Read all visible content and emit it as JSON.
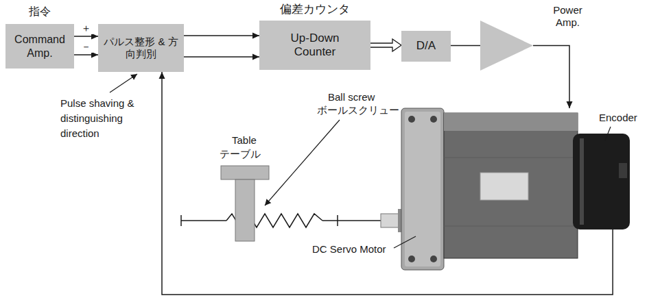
{
  "diagram": {
    "nodes": [
      {
        "text": [
          "指令",
          "Command Amp."
        ]
      },
      {
        "text": [
          "パルス整形 & 方向判別"
        ]
      },
      {
        "text": [
          "偏差カウンタ",
          "Up-Down Counter"
        ]
      },
      {
        "text": [
          "D/A"
        ]
      },
      {
        "text": [
          "Power Amp."
        ]
      },
      {
        "text": [
          "DC Servo Motor"
        ]
      },
      {
        "text": [
          "Encoder"
        ]
      }
    ],
    "edges": [
      {
        "from": 0,
        "to": 1,
        "arrow": "to",
        "label": "＋"
      },
      {
        "from": 0,
        "to": 1,
        "arrow": "to",
        "label": "－"
      },
      {
        "from": 1,
        "to": 2,
        "arrow": "to"
      },
      {
        "from": 1,
        "to": 2,
        "arrow": "to"
      },
      {
        "from": 2,
        "to": 3,
        "arrow": "to"
      },
      {
        "from": 3,
        "to": 4,
        "arrow": "none"
      },
      {
        "from": 4,
        "to": 5,
        "arrow": "to"
      },
      {
        "from": 6,
        "to": 1,
        "arrow": "to"
      }
    ],
    "labels": [
      "Pulse shaving & distinguishing direction",
      "Ball screw",
      "ボールスクリュー",
      "Table",
      "テーブル"
    ]
  }
}
